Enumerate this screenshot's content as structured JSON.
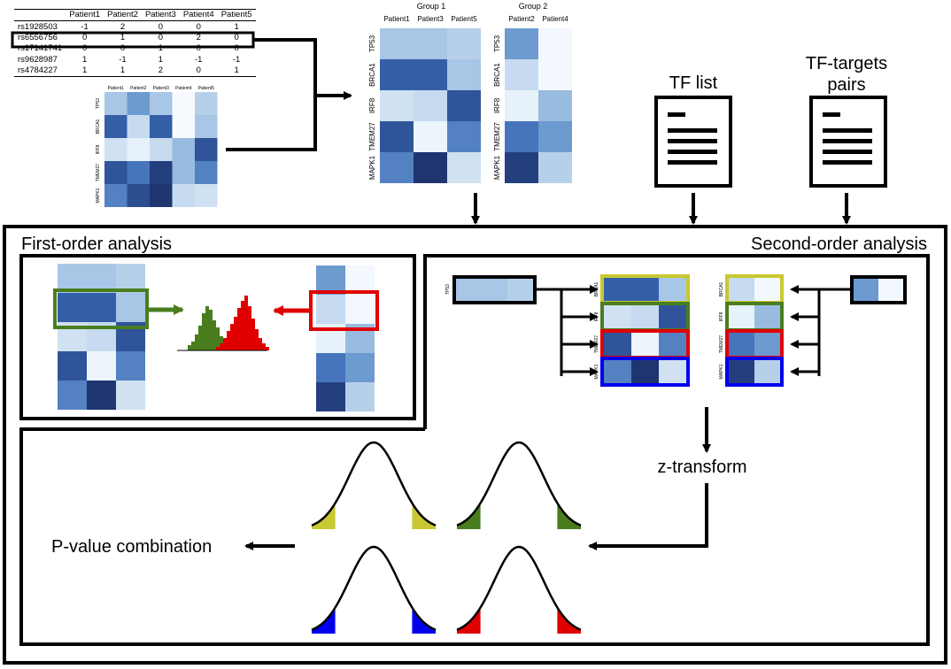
{
  "snp_table": {
    "columns": [
      "Patient1",
      "Patient2",
      "Patient3",
      "Patient4",
      "Patient5"
    ],
    "rows": [
      {
        "id": "rs1928503",
        "values": [
          "-1",
          "2",
          "0",
          "0",
          "1"
        ]
      },
      {
        "id": "rs6556756",
        "values": [
          "0",
          "1",
          "0",
          "2",
          "0"
        ]
      },
      {
        "id": "rs17141741",
        "values": [
          "0",
          "0",
          "1",
          "0",
          "0"
        ]
      },
      {
        "id": "rs9628987",
        "values": [
          "1",
          "-1",
          "1",
          "-1",
          "-1"
        ]
      },
      {
        "id": "rs4784227",
        "values": [
          "1",
          "1",
          "2",
          "0",
          "1"
        ]
      }
    ]
  },
  "genes": [
    "TP53",
    "BRCA1",
    "IRF8",
    "TMEM27",
    "MAPK1"
  ],
  "small_heatmap": {
    "columns": [
      "Patient1",
      "Patient2",
      "Patient3",
      "Patient4",
      "Patient5"
    ],
    "values": [
      [
        0.35,
        0.55,
        0.35,
        0.0,
        0.3
      ],
      [
        0.8,
        0.25,
        0.8,
        0.0,
        0.35
      ],
      [
        0.2,
        0.08,
        0.25,
        0.4,
        0.85
      ],
      [
        0.85,
        0.7,
        0.95,
        0.4,
        0.65
      ],
      [
        0.65,
        0.88,
        1.0,
        0.25,
        0.2
      ]
    ]
  },
  "group1": {
    "title": "Group 1",
    "columns": [
      "Patient1",
      "Patient3",
      "Patient5"
    ],
    "values": [
      [
        0.35,
        0.35,
        0.3
      ],
      [
        0.8,
        0.8,
        0.35
      ],
      [
        0.2,
        0.25,
        0.85
      ],
      [
        0.85,
        0.05,
        0.65
      ],
      [
        0.65,
        1.0,
        0.2
      ]
    ]
  },
  "group2": {
    "title": "Group 2",
    "columns": [
      "Patient2",
      "Patient4"
    ],
    "values": [
      [
        0.55,
        0.02
      ],
      [
        0.25,
        0.02
      ],
      [
        0.08,
        0.4
      ],
      [
        0.7,
        0.55
      ],
      [
        0.95,
        0.3
      ]
    ]
  },
  "tf_list_label": "TF list",
  "tf_targets_label_line1": "TF-targets",
  "tf_targets_label_line2": "pairs",
  "first_order_title": "First-order analysis",
  "second_order_title": "Second-order analysis",
  "z_transform_label": "z-transform",
  "pvalue_label": "P-value combination",
  "colors": {
    "yellow": "#c8c832",
    "green": "#4a7d1e",
    "red": "#e00000",
    "blue": "#0000ee",
    "heat_low": "#f7fbff",
    "heat_high": "#1e3570"
  }
}
